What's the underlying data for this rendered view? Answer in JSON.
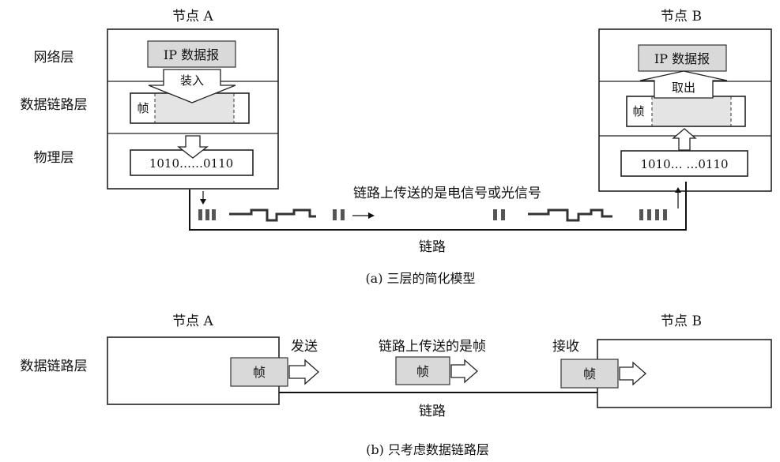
{
  "diagram_a": {
    "node_a_label": "节点 A",
    "node_b_label": "节点 B",
    "layer_network": "网络层",
    "layer_datalink": "数据链路层",
    "layer_physical": "物理层",
    "ip_datagram_a": "IP 数据报",
    "ip_datagram_b": "IP 数据报",
    "encapsulate": "装入",
    "extract": "取出",
    "frame_a": "帧",
    "frame_b": "帧",
    "bits_a": "1010……0110",
    "bits_b": "1010… …0110",
    "signal_caption": "链路上传送的是电信号或光信号",
    "link_label": "链路",
    "caption": "(a) 三层的简化模型"
  },
  "diagram_b": {
    "node_a_label": "节点 A",
    "node_b_label": "节点 B",
    "layer_datalink": "数据链路层",
    "send": "发送",
    "frame_caption": "链路上传送的是帧",
    "receive": "接收",
    "frame_a": "帧",
    "frame_mid": "帧",
    "frame_b": "帧",
    "link_label": "链路",
    "caption": "(b) 只考虑数据链路层"
  }
}
